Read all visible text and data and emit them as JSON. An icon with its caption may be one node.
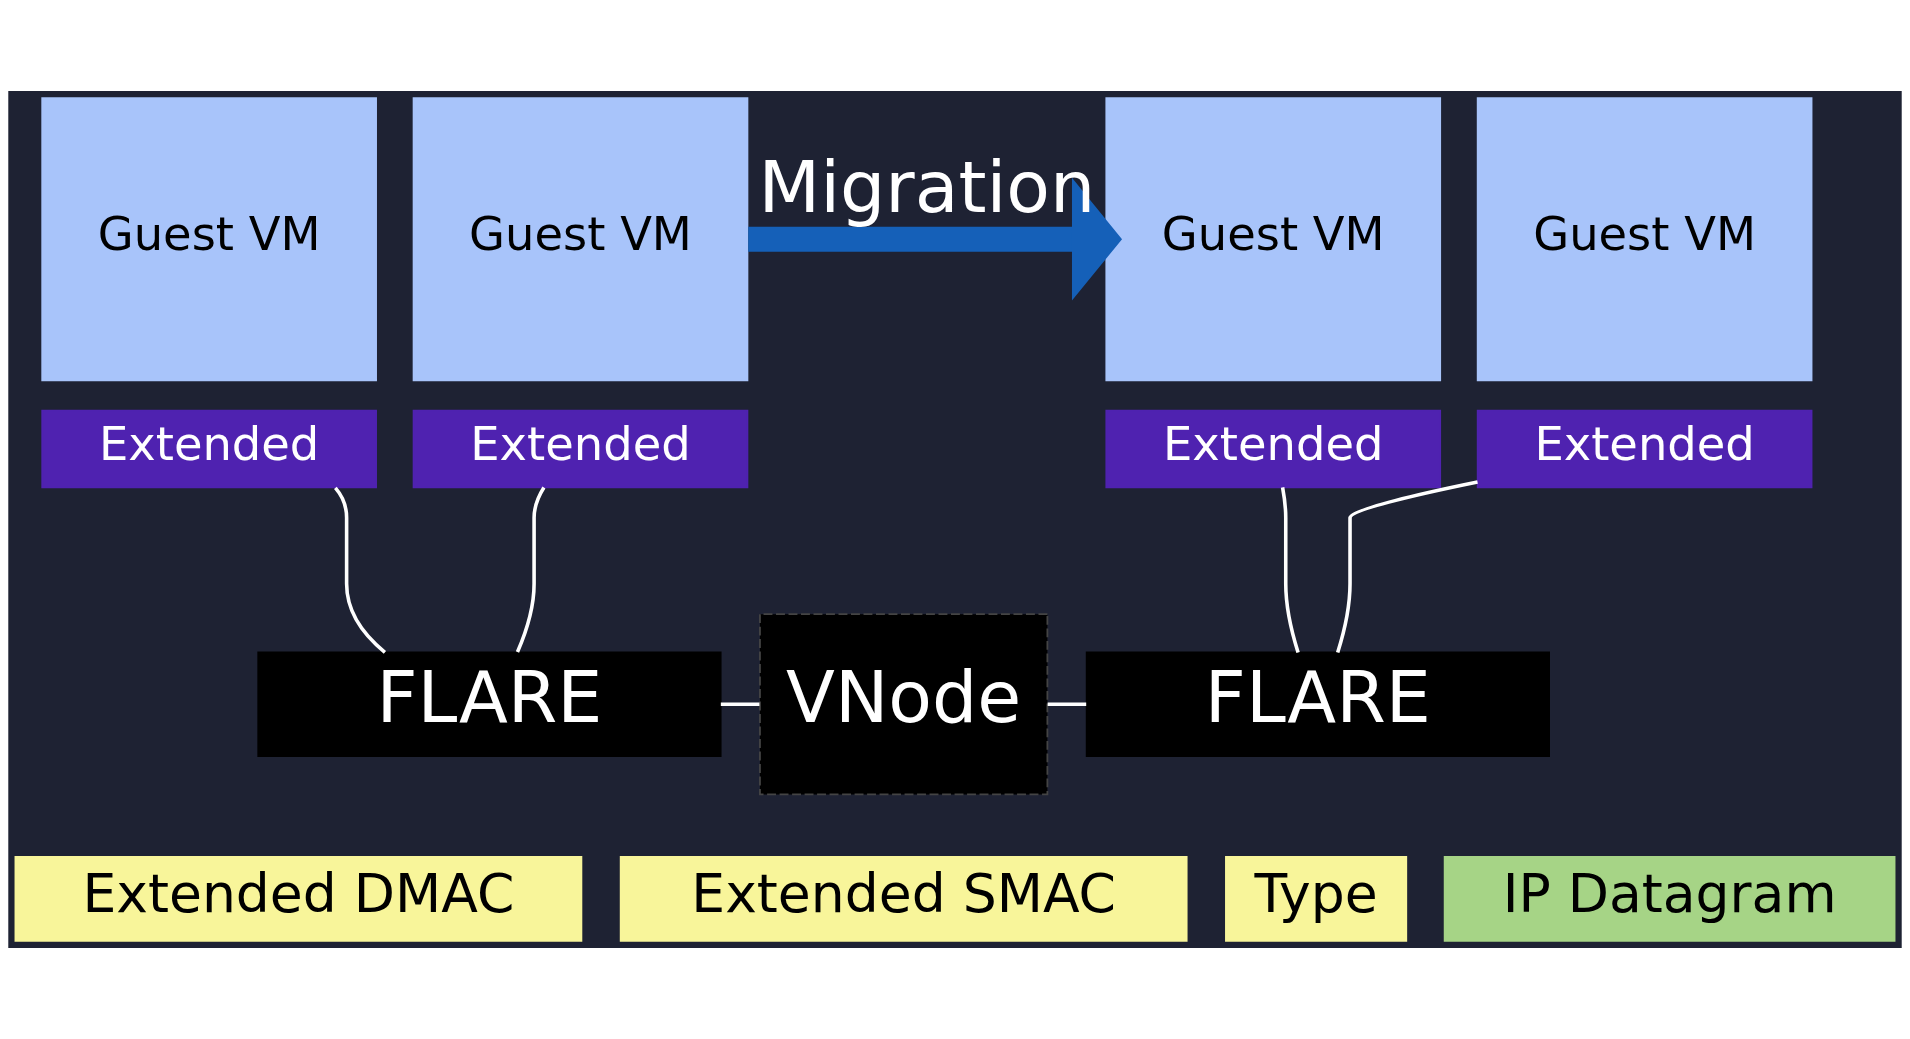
{
  "diagram": {
    "nodes": [
      {
        "text": [
          "Guest VM"
        ]
      },
      {
        "text": [
          "Extended"
        ]
      },
      {
        "text": [
          "Guest VM"
        ]
      },
      {
        "text": [
          "Extended"
        ]
      },
      {
        "text": [
          "Guest VM"
        ]
      },
      {
        "text": [
          "Extended"
        ]
      },
      {
        "text": [
          "Guest VM"
        ]
      },
      {
        "text": [
          "Extended"
        ]
      },
      {
        "text": [
          "FLARE"
        ]
      },
      {
        "text": [
          "VNode"
        ]
      },
      {
        "text": [
          "FLARE"
        ]
      },
      {
        "text": [
          "Extended DMAC"
        ]
      },
      {
        "text": [
          "Extended SMAC"
        ]
      },
      {
        "text": [
          "Type"
        ]
      },
      {
        "text": [
          "IP Datagram"
        ]
      }
    ],
    "edges": [
      {
        "from": 2,
        "to": 4,
        "arrow": "to",
        "label": "Migration",
        "style": "thick",
        "color": "#1560b8"
      },
      {
        "from": 1,
        "to": 8,
        "arrow": "none"
      },
      {
        "from": 3,
        "to": 8,
        "arrow": "none"
      },
      {
        "from": 5,
        "to": 10,
        "arrow": "none"
      },
      {
        "from": 7,
        "to": 10,
        "arrow": "none"
      },
      {
        "from": 8,
        "to": 9,
        "arrow": "none"
      },
      {
        "from": 9,
        "to": 10,
        "arrow": "none"
      }
    ]
  }
}
